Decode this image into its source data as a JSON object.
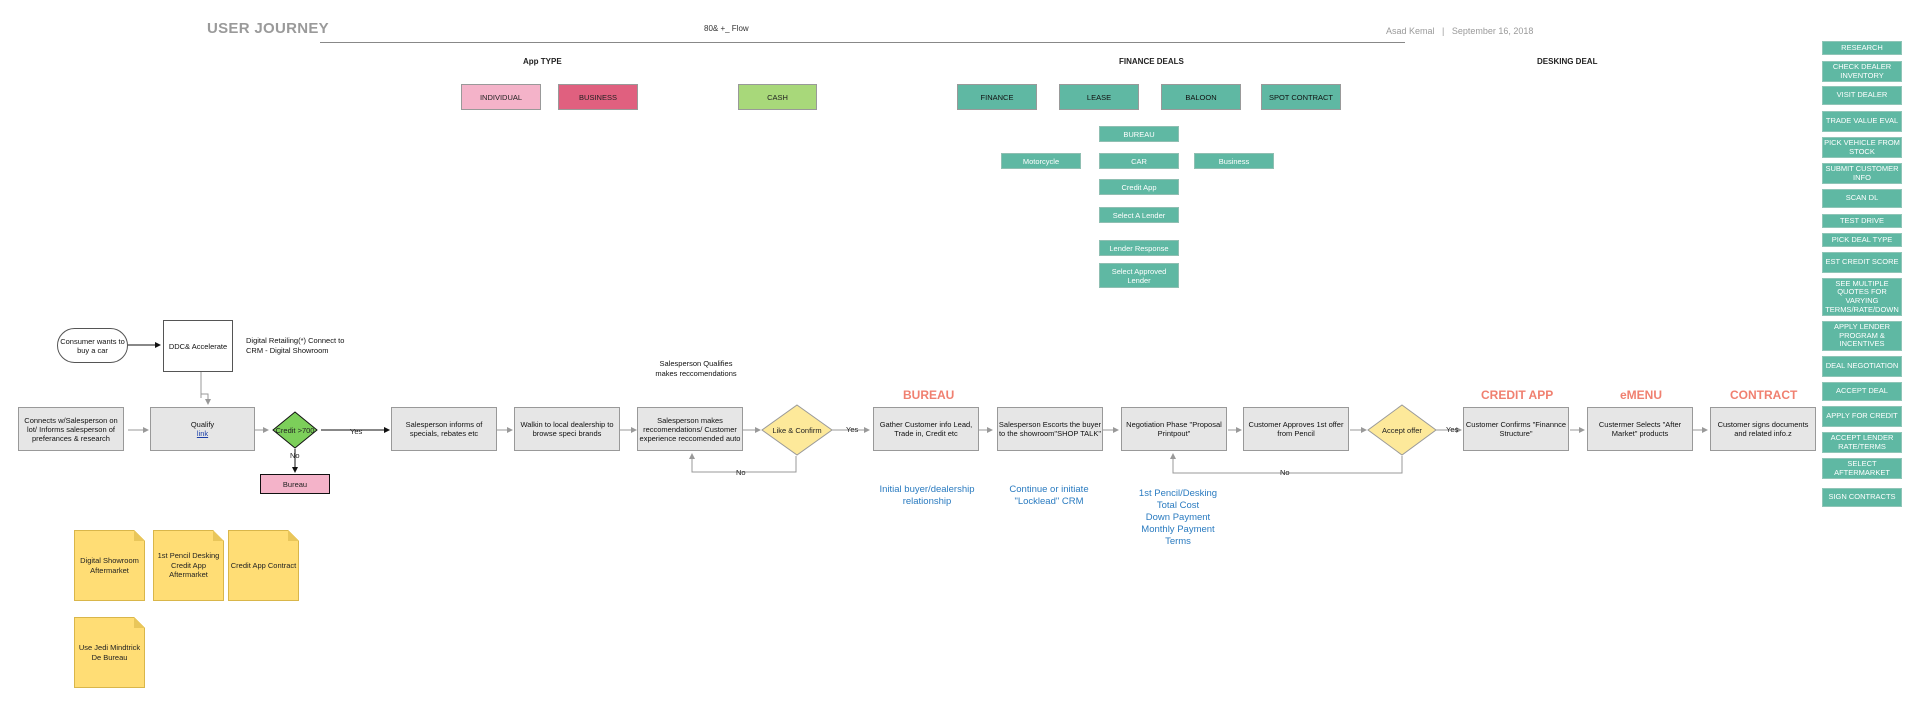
{
  "header": {
    "title": "USER JOURNEY",
    "subtitle": "80& +_ Flow",
    "author_date": "Asad Kemal   |   September 16, 2018"
  },
  "sections": {
    "app_type": "App TYPE",
    "finance_deals": "FINANCE DEALS",
    "desking_deal": "DESKING DEAL"
  },
  "app_types": [
    "INDIVIDUAL",
    "BUSINESS",
    "CASH"
  ],
  "finance_types": [
    "FINANCE",
    "LEASE",
    "BALOON",
    "SPOT CONTRACT"
  ],
  "finance_tree": {
    "bureau": "BUREAU",
    "motorcycle": "Motorcycle",
    "car": "CAR",
    "business": "Business",
    "credit_app": "Credit App",
    "select_lender": "Select A Lender",
    "lender_response": "Lender Response",
    "select_approved_lender": "Select Approved Lender"
  },
  "flow": {
    "consumer": "Consumer wants to buy a car",
    "ddc": "DDC& Accelerate",
    "digital_retailing": "Digital Retailing(*) Connect to CRM - Digital Showroom",
    "connects": "Connects w/Salesperson on lot/ Informs salesperson of preferances & research",
    "qualify": "Qualify",
    "qualify_link": "link",
    "credit_decision": "Credit >700",
    "yes": "Yes",
    "no": "No",
    "bureau_box": "Bureau",
    "informs": "Salesperson informs of specials, rebates etc",
    "walkin": "Walkin to local dealership to browse speci brands",
    "qualifies_note": "Salesperson Qualifies makes reccomendations",
    "recommend": "Salesperson makes reccomendations/ Customer experience reccomended auto",
    "like_confirm": "Like & Confirm",
    "gather": "Gather Customer info Lead, Trade in, Credit etc",
    "escorts": "Salesperson Escorts the buyer to the showroom\"SHOP TALK\"",
    "negotiation": "Negotiation Phase \"Proposal Printpout\"",
    "approves": "Customer Approves 1st offer from Pencil",
    "accept_offer": "Accept offer",
    "confirms": "Customer Confirms \"Finannce Structure\"",
    "selects": "Custermer Selects \"After Market\" products",
    "signs": "Customer signs documents and related info.z"
  },
  "stages": {
    "bureau": "BUREAU",
    "credit_app": "CREDIT APP",
    "emenu": "eMENU",
    "contract": "CONTRACT"
  },
  "notes": {
    "initial": "Initial buyer/dealership relationship",
    "continue": "Continue or initiate \"Locklead\" CRM",
    "pencil_lines": [
      "1st Pencil/Desking",
      "Total Cost",
      "Down Payment",
      "Monthly Payment",
      "Terms"
    ]
  },
  "stickies": [
    "Digital Showroom Aftermarket",
    "1st Pencil Desking Credit App Aftermarket",
    "Credit App Contract",
    "Use Jedi Mindtrick De Bureau"
  ],
  "sidebar": [
    "RESEARCH",
    "CHECK DEALER INVENTORY",
    "VISIT DEALER",
    "TRADE VALUE EVAL",
    "PICK VEHICLE FROM STOCK",
    "SUBMIT CUSTOMER INFO",
    "SCAN DL",
    "TEST DRIVE",
    "PICK DEAL TYPE",
    "EST CREDIT SCORE",
    "SEE MULTIPLE QUOTES FOR VARYING TERMS/RATE/DOWN",
    "APPLY LENDER PROGRAM & INCENTIVES",
    "DEAL NEGOTIATION",
    "ACCEPT DEAL",
    "APPLY FOR CREDIT",
    "ACCEPT LENDER RATE/TERMS",
    "SELECT AFTERMARKET",
    "SIGN CONTRACTS"
  ],
  "colors": {
    "teal": "#5fb8a3",
    "sticky": "#ffdd75",
    "stage_label": "#f08070",
    "note_blue": "#2a7bc0"
  }
}
